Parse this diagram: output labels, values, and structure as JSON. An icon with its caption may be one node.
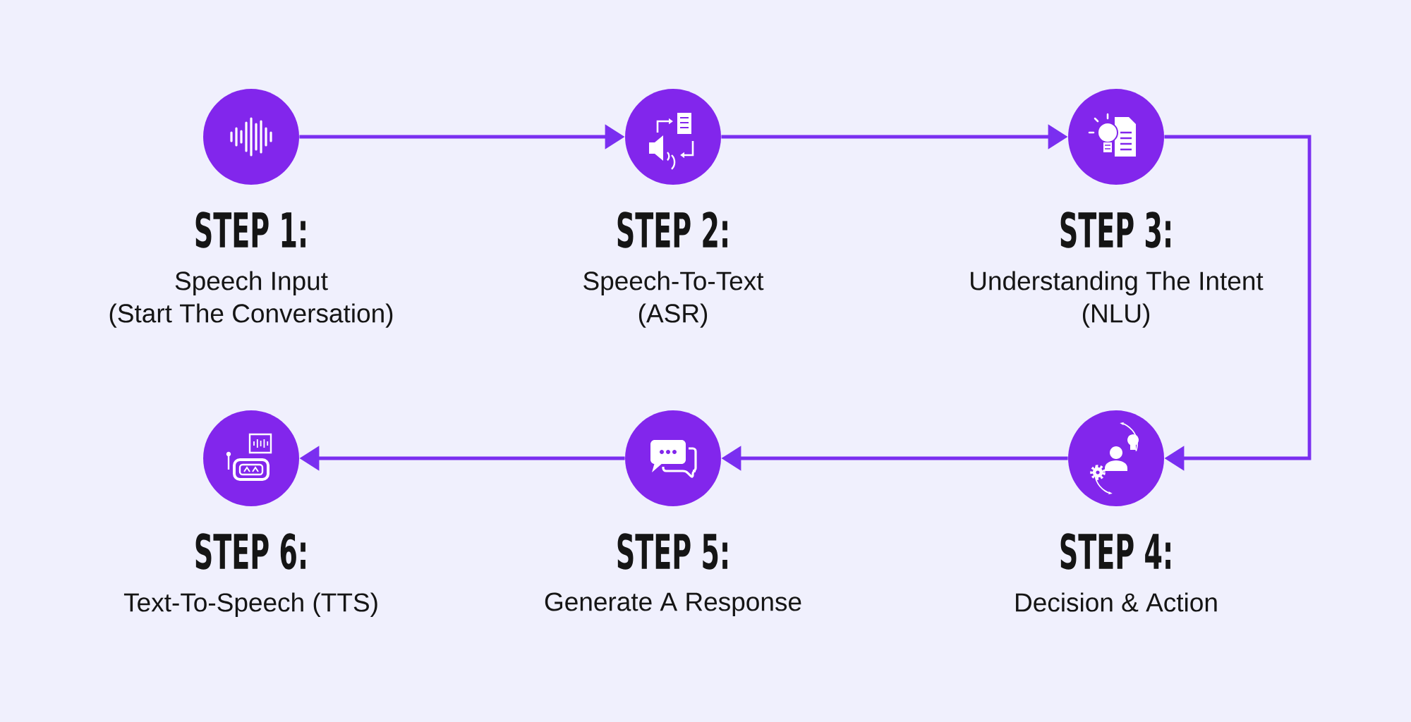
{
  "diagram": {
    "nodes": [
      {
        "text": [
          "STEP 1:",
          "Speech Input (Start The Conversation)"
        ]
      },
      {
        "text": [
          "STEP 2:",
          "Speech-To-Text (ASR)"
        ]
      },
      {
        "text": [
          "STEP 3:",
          "Understanding The Intent (NLU)"
        ]
      },
      {
        "text": [
          "STEP 4:",
          "Decision & Action"
        ]
      },
      {
        "text": [
          "STEP 5:",
          "Generate A Response"
        ]
      },
      {
        "text": [
          "STEP 6:",
          "Text-To-Speech (TTS)"
        ]
      }
    ],
    "edges": [
      {
        "from": 0,
        "to": 1,
        "arrow": "to"
      },
      {
        "from": 1,
        "to": 2,
        "arrow": "to"
      },
      {
        "from": 2,
        "to": 3,
        "arrow": "to"
      },
      {
        "from": 3,
        "to": 4,
        "arrow": "to"
      },
      {
        "from": 4,
        "to": 5,
        "arrow": "to"
      }
    ]
  }
}
